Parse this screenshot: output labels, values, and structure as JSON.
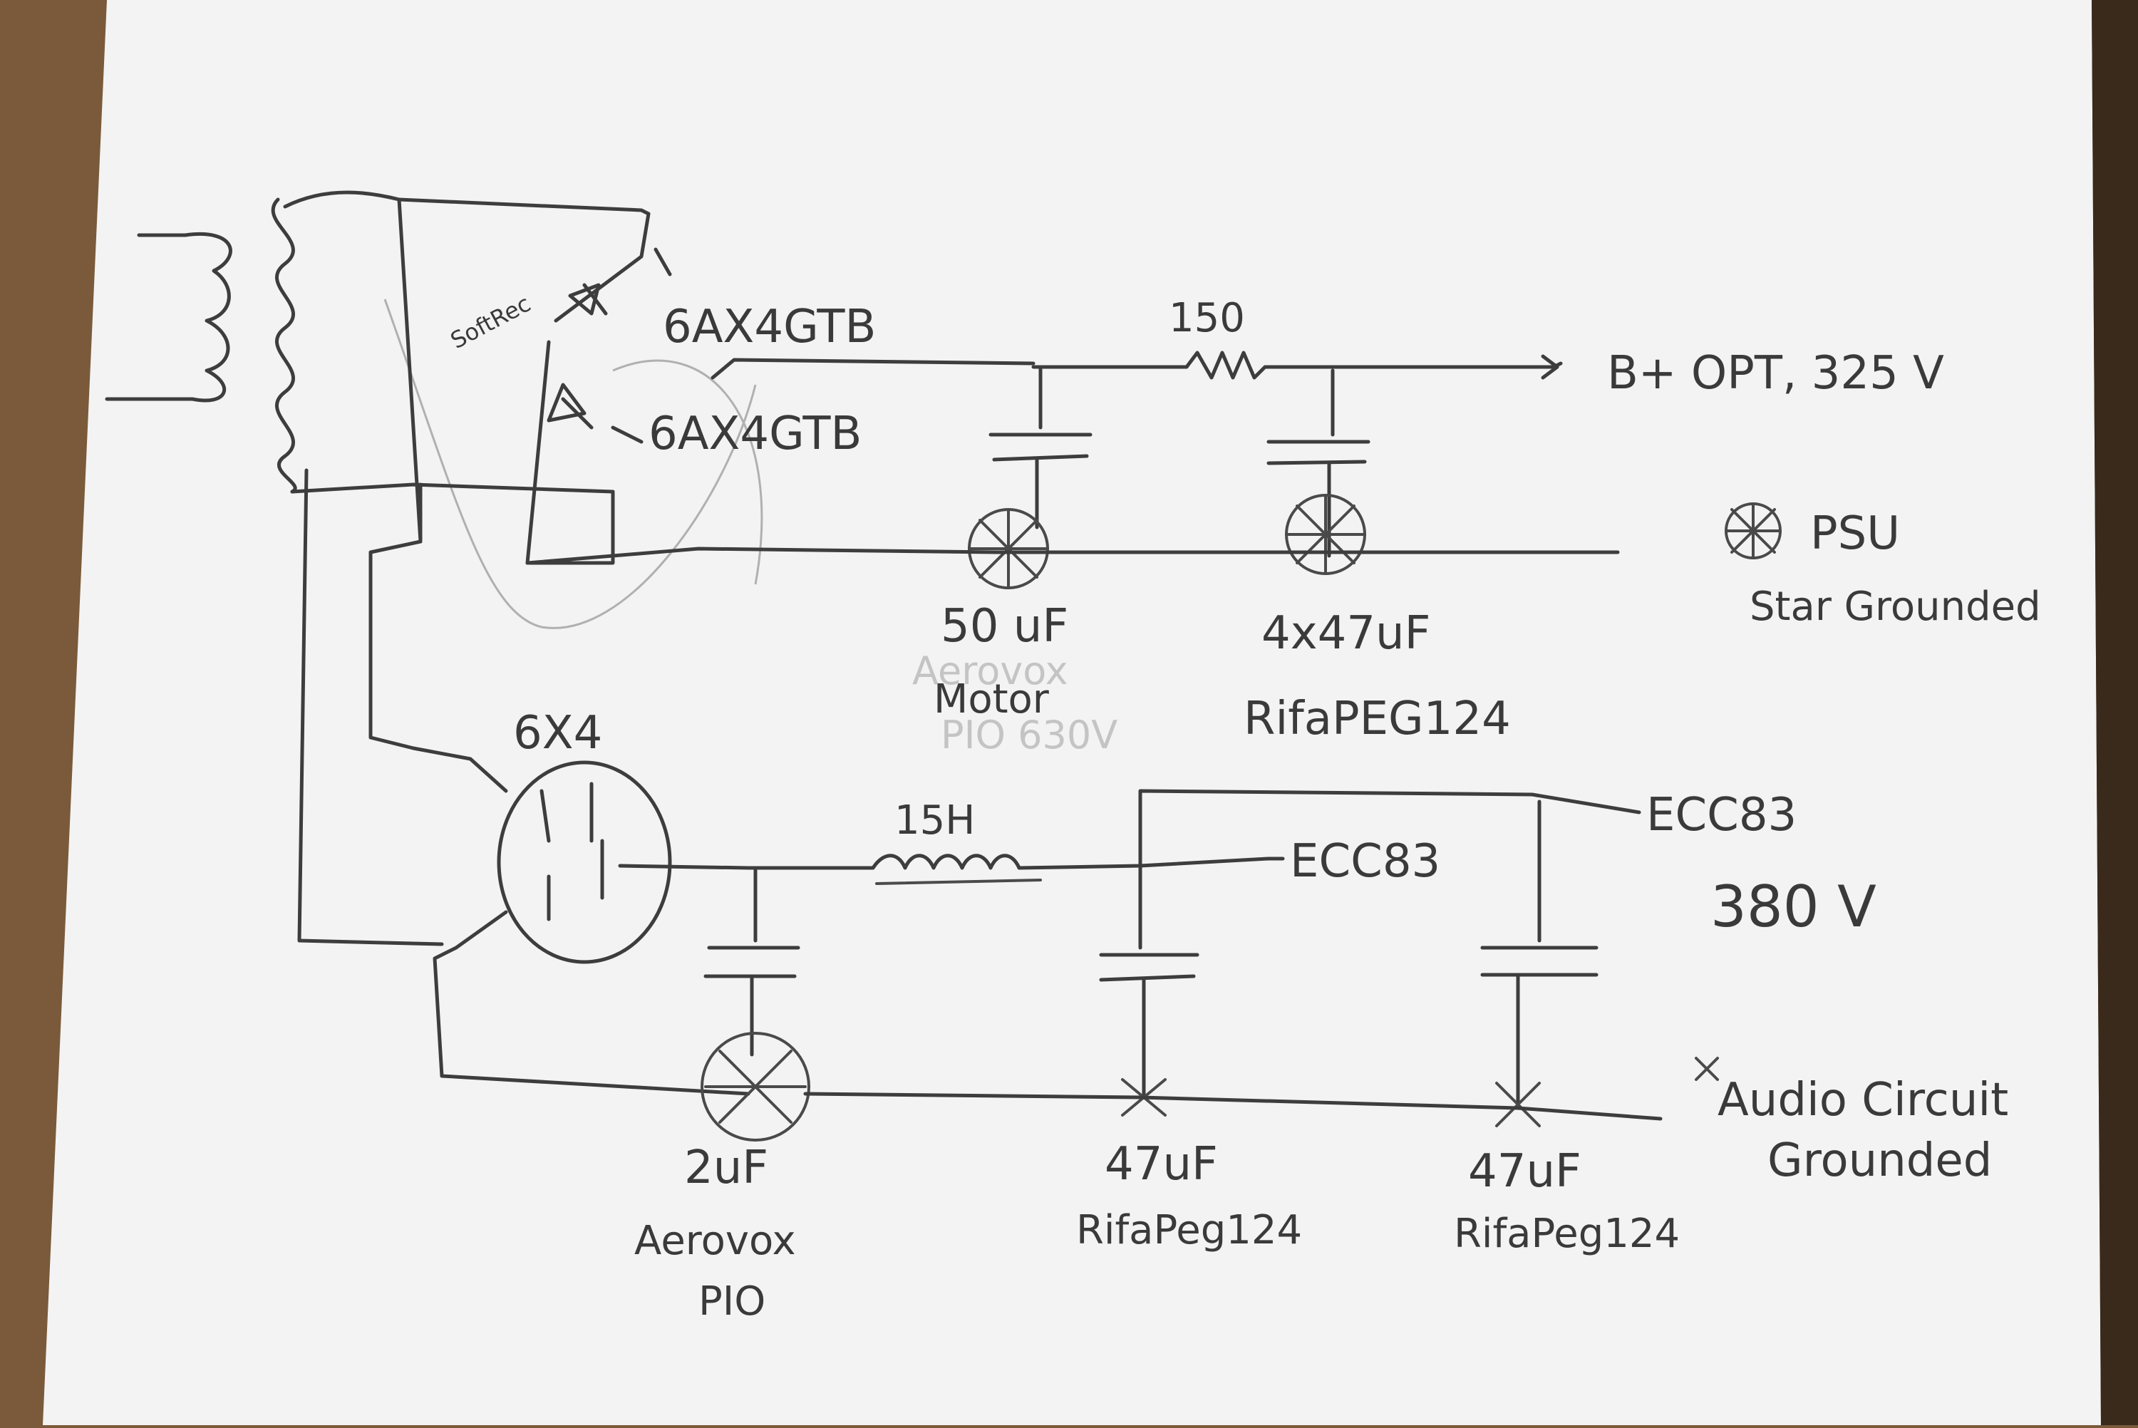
{
  "labels": {
    "soft_rec": "SoftRec",
    "rect_top": "6AX4GTB",
    "rect_bottom": "6AX4GTB",
    "resistor": "150",
    "b_plus": "B+ OPT, 325 V",
    "psu_ground_title": "PSU",
    "psu_ground_sub": "Star Grounded",
    "cap1_value": "50 uF",
    "cap1_type": "Aerovox",
    "cap1_model": "Motor",
    "cap1_rating": "PIO 630V",
    "cap2_value": "4x47uF",
    "cap2_type": "RifaPEG124",
    "tube": "6X4",
    "choke": "15H",
    "ecc83_top": "ECC83",
    "ecc83_mid": "ECC83",
    "voltage_380": "380 V",
    "cap3_value": "2uF",
    "cap3_type": "Aerovox",
    "cap3_model": "PIO",
    "cap4_value": "47uF",
    "cap4_type": "RifaPeg124",
    "cap5_value": "47uF",
    "cap5_type": "RifaPeg124",
    "audio_ground_line1": "Audio Circuit",
    "audio_ground_line2": "Grounded"
  },
  "colors": {
    "paper": "#f4f4f4",
    "pencil": "#3d3d3d",
    "table": "#7a5a3a"
  }
}
